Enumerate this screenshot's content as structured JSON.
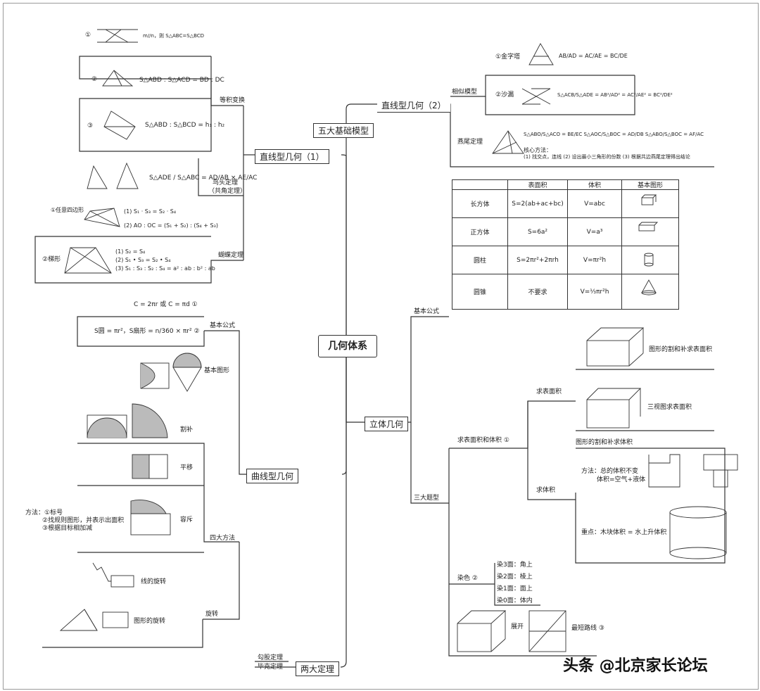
{
  "root": "几何体系",
  "branches": {
    "line1": "直线型几何（1）",
    "line2": "直线型几何（2）",
    "five_models": "五大基础模型",
    "curve": "曲线型几何",
    "solid": "立体几何",
    "two_theorems": "两大定理"
  },
  "line1": {
    "equal_area": "等积变换",
    "bird_head": "鸟头定理",
    "bird_head_sub": "（共角定理）",
    "butterfly": "蝴蝶定理",
    "item1_num": "①",
    "item1_text": "m//n，则 S△ABC=S△BCD",
    "item2_num": "②",
    "item2_text": "S△ABD : S△ACD = BD : DC",
    "item3_num": "③",
    "item3_text": "S△ABD : S△BCD = h₁ : h₂",
    "bird_formula": "S△ADE / S△ABC = AD/AB × AE/AC",
    "bf_any_quad": "①任意四边形",
    "bf_eq1": "(1)  S₁ · S₃ = S₂ · S₄",
    "bf_eq2": "(2)  AO : OC = (S₁ + S₂) : (S₄ + S₃)",
    "trap_label": "②梯形",
    "trap_eq1": "(1) S₂ = S₄",
    "trap_eq2": "(2) S₁ • S₃ = S₂ • S₄",
    "trap_eq3": "(3) S₁ : S₃ : S₂ : S₄ = a² : ab : b² : ab"
  },
  "line2": {
    "similar": "相似模型",
    "pyramid": "①金字塔",
    "pyramid_formula": "AB/AD = AC/AE = BC/DE",
    "hourglass": "②沙漏",
    "hourglass_formula": "S△ACB/S△ADE = AB²/AD² = AC²/AE² = BC²/DE²",
    "swallowtail": "燕尾定理",
    "sw_formula": "S△ABO/S△ACO = BE/EC    S△AOC/S△BOC = AD/DB    S△ABO/S△BOC = AF/AC",
    "core_title": "核心方法：",
    "core_text": "(1) 找交点，连线  (2) 设出最小三角形的份数  (3) 根据共边燕尾定理得出结论"
  },
  "solid": {
    "basic": "基本公式",
    "three": "三大题型",
    "table_headers": [
      "",
      "表面积",
      "体积",
      "基本图形"
    ],
    "table_rows": [
      [
        "长方体",
        "S=2(ab+ac+bc)",
        "V=abc"
      ],
      [
        "正方体",
        "S=6a²",
        "V=a³"
      ],
      [
        "圆柱",
        "S=2πr²+2πrh",
        "V=πr²h"
      ],
      [
        "圆锥",
        "不要求",
        "V=⅓πr²h"
      ]
    ],
    "surf_vol": "求表面积和体积 ①",
    "surf": "求表面积",
    "surf1": "图形的割和补求表面积",
    "surf2": "三视图求表面积",
    "vol": "求体积",
    "vol_title": "图形的割和补求体积",
    "vol_method1": "方法：总的体积不变",
    "vol_method2": "体积=空气+液体",
    "vol_key": "重点：木块体积 = 水上升体积",
    "dye": "染色 ②",
    "dye_items": [
      "染3面：角上",
      "染2面：棱上",
      "染1面：面上",
      "染0面：体内"
    ],
    "unfold": "展开",
    "shortest": "最短路线 ③"
  },
  "curve": {
    "basic": "基本公式",
    "circ": "C = 2πr 或 C = πd ①",
    "area": "S圆 = πr²，S扇形 = n/360 × πr² ②",
    "basic_shape": "基本图形",
    "four_methods": "四大方法",
    "cut_fill": "割补",
    "translate": "平移",
    "incl_excl": "容斥",
    "method1": "方法：①标号",
    "method2": "②找规则图形，并表示出面积",
    "method3": "③根据目标相加减",
    "rotate": "旋转",
    "line_rot": "线的旋转",
    "shape_rot": "图形的旋转"
  },
  "theorems": {
    "gougu": "勾股定理",
    "huaka": "毕克定理"
  },
  "watermark": "头条 @北京家长论坛"
}
